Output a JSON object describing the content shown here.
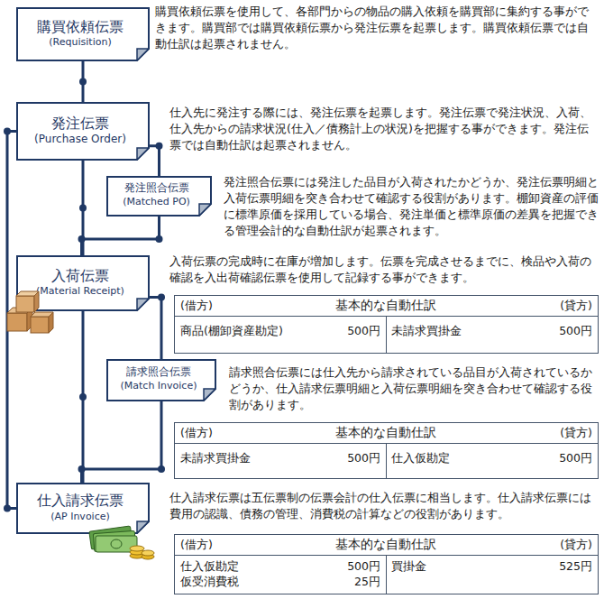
{
  "diagram": {
    "nodes": [
      {
        "text": [
          "購買依頼伝票",
          "(Requisition)"
        ]
      },
      {
        "text": [
          "発注伝票",
          "(Purchase Order)"
        ]
      },
      {
        "text": [
          "発注照合伝票",
          "(Matched PO)"
        ]
      },
      {
        "text": [
          "入荷伝票",
          "(Material Receipt)"
        ]
      },
      {
        "text": [
          "請求照合伝票",
          "(Match Invoice)"
        ]
      },
      {
        "text": [
          "仕入請求伝票",
          "(AP Invoice)"
        ]
      }
    ],
    "edges": [
      {
        "from": 0,
        "to": 1,
        "arrow": "none"
      },
      {
        "from": 1,
        "to": 2,
        "arrow": "none"
      },
      {
        "from": 1,
        "to": 3,
        "arrow": "none"
      },
      {
        "from": 2,
        "to": 3,
        "arrow": "none"
      },
      {
        "from": 3,
        "to": 4,
        "arrow": "none"
      },
      {
        "from": 3,
        "to": 5,
        "arrow": "none"
      },
      {
        "from": 4,
        "to": 5,
        "arrow": "none"
      },
      {
        "from": 1,
        "to": 5,
        "arrow": "none"
      }
    ],
    "labels": [
      "購買依頼伝票を使用して、各部門からの物品の購入依頼を購買部に集約する事ができます。購買部では購買依頼伝票から発注伝票を起票します。購買依頼伝票では自動仕訳は起票されません。",
      "仕入先に発注する際には、発注伝票を起票します。発注伝票で発注状況、入荷、仕入先からの請求状況(仕入／債務計上の状況)を把握する事ができます。発注伝票では自動仕訳は起票されません。",
      "発注照合伝票には発注した品目が入荷されたかどうか、発注伝票明細と入荷伝票明細を突き合わせて確認する役割があります。棚卸資産の評価に標準原価を採用している場合、発注単価と標準原価の差異を把握できる管理会計的な自動仕訳が起票されます。",
      "入荷伝票の完成時に在庫が増加します。伝票を完成させるまでに、検品や入荷の確認を入出荷確認伝票を使用して記録する事ができます。",
      "(借方)",
      "基本的な自動仕訳",
      "(貸方)",
      "商品(棚卸資産勘定)",
      "500円",
      "未請求買掛金",
      "500円",
      "請求照合伝票には仕入先から請求されている品目が入荷されているかどうか、仕入請求伝票明細と入荷伝票明細を突き合わせて確認する役割があります。",
      "(借方)",
      "基本的な自動仕訳",
      "(貸方)",
      "未請求買掛金",
      "500円",
      "仕入仮勘定",
      "500円",
      "仕入請求伝票は五伝票制の伝票会計の仕入伝票に相当します。仕入請求伝票には費用の認識、債務の管理、消費税の計算などの役割があります。",
      "(借方)",
      "基本的な自動仕訳",
      "(貸方)",
      "仕入仮勘定",
      "500円",
      "仮受消費税",
      "25円",
      "買掛金",
      "525円"
    ]
  }
}
